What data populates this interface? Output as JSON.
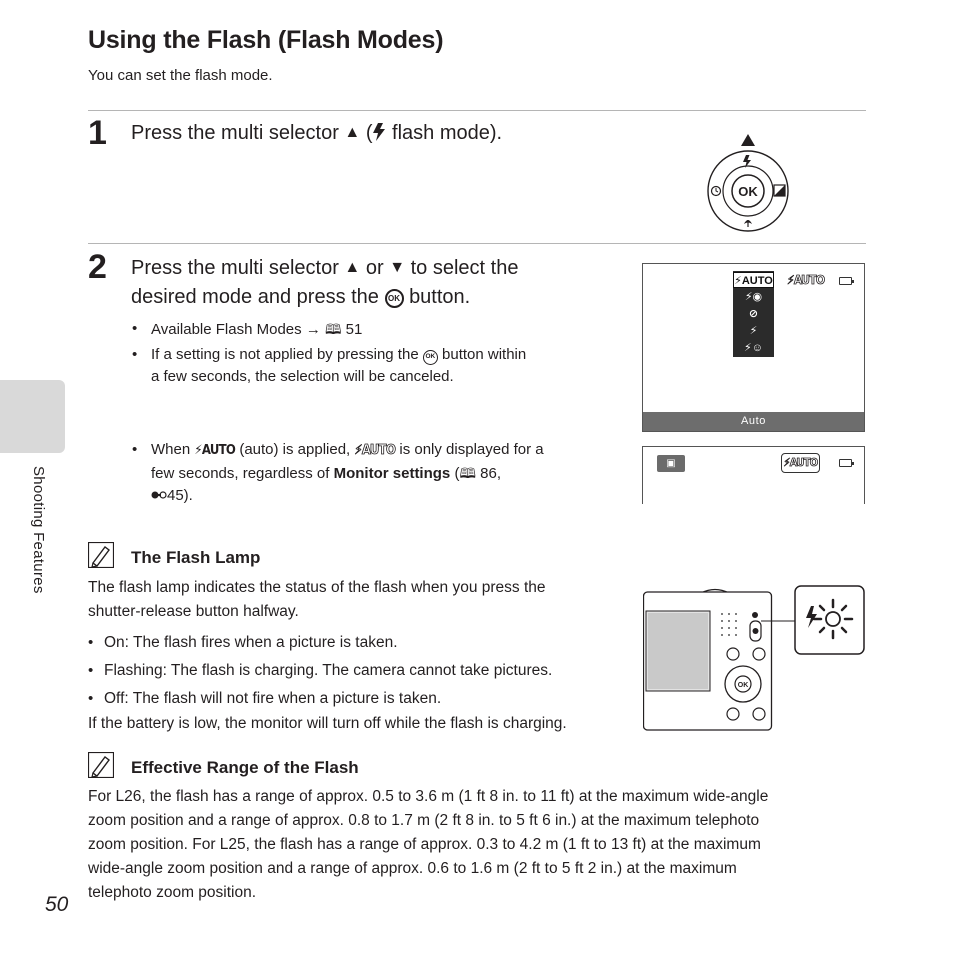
{
  "header": {
    "title": "Using the Flash (Flash Modes)",
    "subtitle": "You can set the flash mode."
  },
  "step1": {
    "number": "1",
    "text_before": "Press the multi selector",
    "text_after": "flash mode).",
    "dial": {
      "ok_label": "OK"
    }
  },
  "step2": {
    "number": "2",
    "line1_a": "Press the multi selector",
    "line1_b": "or",
    "line1_c": "to select the",
    "line2_a": "desired mode and press the",
    "line2_b": "button.",
    "ok_glyph": "OK",
    "bullets": {
      "b1_text": "Available Flash Modes",
      "b1_arrow": "→",
      "b1_ref": "51",
      "b2_a": "If a setting is not applied by pressing the",
      "b2_b": "button within",
      "b2_line2": "a few seconds, the selection will be canceled.",
      "b3_a": "When",
      "b3_b": "(auto) is applied,",
      "b3_c": "is only displayed for a",
      "b3_line2_a": "few seconds, regardless of",
      "b3_line2_bold": "Monitor settings",
      "b3_line2_c": "(",
      "b3_line2_ref": "86,",
      "b3_line3_ref": "45)."
    },
    "flash_auto_glyph": "⚡AUTO"
  },
  "screen_menu": {
    "status_label": "Auto",
    "items": [
      "⚡AUTO",
      "⚡◉",
      "⊘",
      "⚡",
      "⚡☺"
    ]
  },
  "screen_live": {
    "camera_icon": "▣"
  },
  "flash_lamp_note": {
    "heading": "The Flash Lamp",
    "intro_line1": "The flash lamp indicates the status of the flash when you press the",
    "intro_line2": "shutter-release button halfway.",
    "items": [
      "On: The flash fires when a picture is taken.",
      "Flashing: The flash is charging. The camera cannot take pictures.",
      "Off: The flash will not fire when a picture is taken."
    ],
    "footer": "If the battery is low, the monitor will turn off while the flash is charging."
  },
  "range_note": {
    "heading": "Effective Range of the Flash",
    "lines": [
      "For L26, the flash has a range of approx. 0.5 to 3.6 m (1 ft 8 in. to 11 ft) at the maximum wide-angle",
      "zoom position and a range of approx. 0.8 to 1.7 m (2 ft 8 in. to 5 ft 6 in.) at the maximum telephoto",
      "zoom position. For L25, the flash has a range of approx. 0.3 to 4.2 m (1 ft to 13 ft) at the maximum",
      "wide-angle zoom position and a range of approx. 0.6 to 1.6 m (2 ft to 5 ft 2 in.) at the maximum",
      "telephoto zoom position."
    ]
  },
  "sidebar": {
    "label": "Shooting Features"
  },
  "footer": {
    "page_number": "50"
  }
}
